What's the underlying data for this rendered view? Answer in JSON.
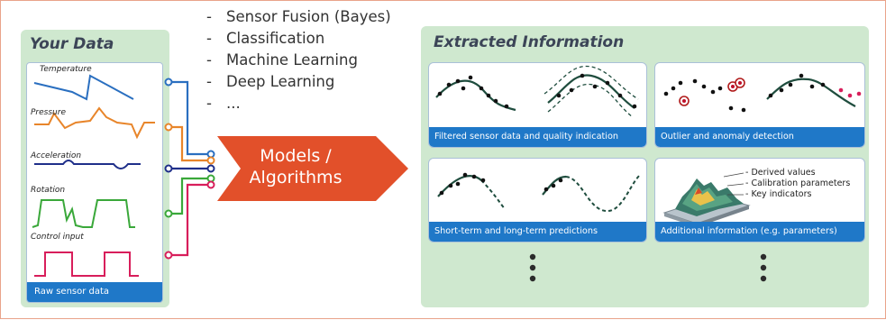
{
  "left_panel": {
    "title": "Your Data",
    "signals": [
      "Temperature",
      "Pressure",
      "Acceleration",
      "Rotation",
      "Control input"
    ],
    "footer": "Raw sensor data"
  },
  "methods": [
    "Sensor Fusion (Bayes)",
    "Classification",
    "Machine Learning",
    "Deep Learning",
    "..."
  ],
  "models_label": [
    "Models /",
    "Algorithms"
  ],
  "right_panel": {
    "title": "Extracted Information",
    "cards": [
      {
        "caption": "Filtered sensor data and quality indication"
      },
      {
        "caption": "Outlier and anomaly detection"
      },
      {
        "caption": "Short-term and long-term predictions"
      },
      {
        "caption": "Additional information (e.g. parameters)",
        "items": [
          "Derived values",
          "Calibration parameters",
          "Key indicators"
        ]
      }
    ]
  },
  "colors": {
    "panel_green": "#cfe8cf",
    "caption_blue": "#1f78c8",
    "arrow_red": "#e2502a",
    "signal_blue": "#2a6fc0",
    "signal_orange": "#e8852a",
    "signal_navy": "#1f2f8a",
    "signal_green": "#3aa83a",
    "signal_red": "#d81e5b",
    "curve_dark": "#1f4d3e"
  }
}
